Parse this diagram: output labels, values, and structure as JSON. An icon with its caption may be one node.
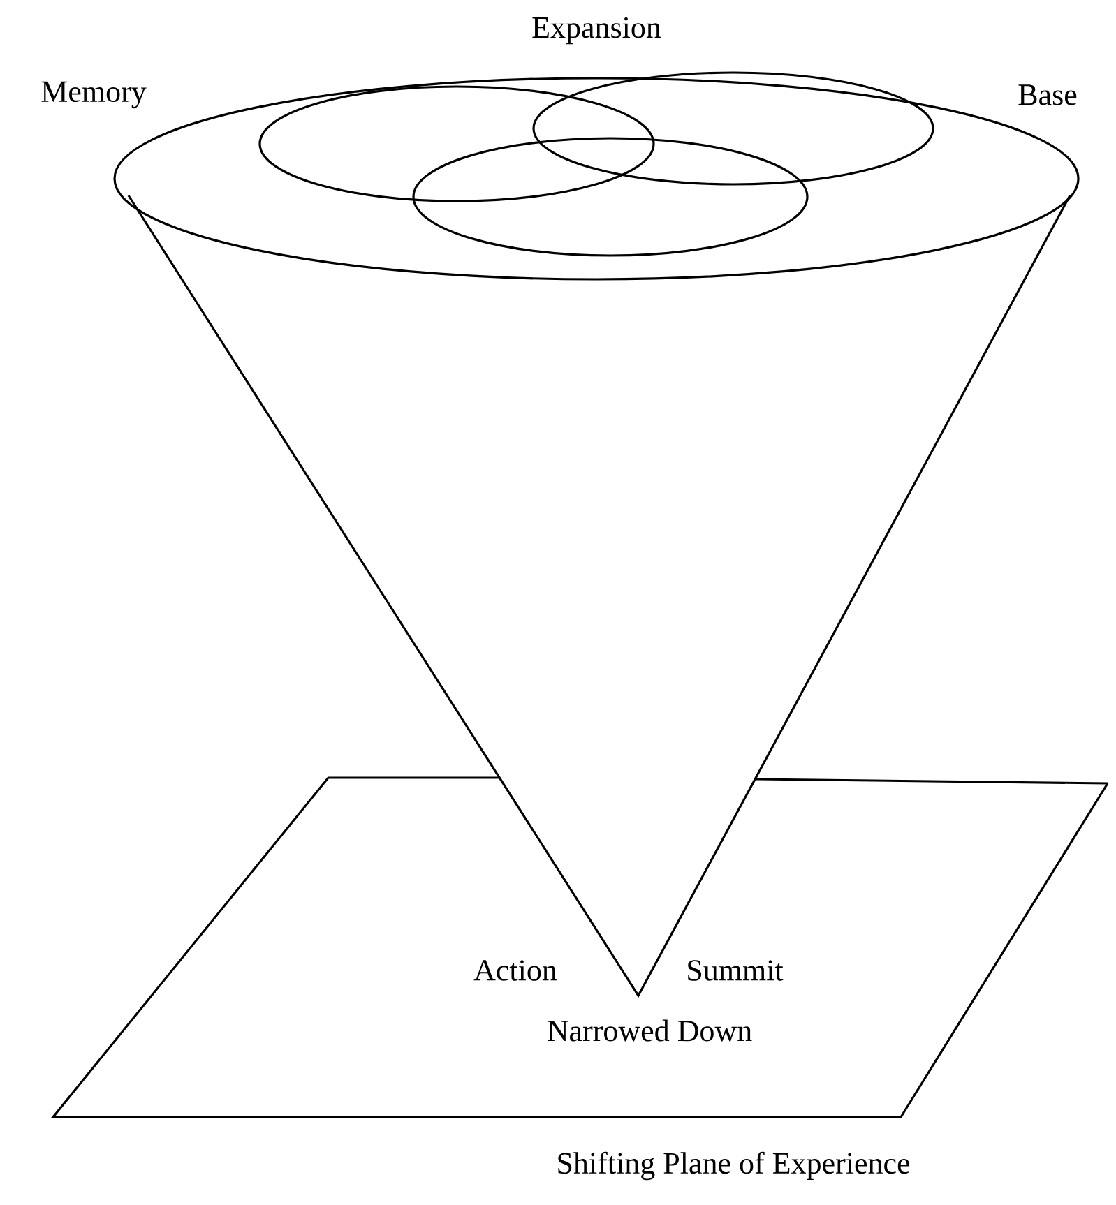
{
  "diagram": {
    "labels": [
      "Expansion",
      "Memory",
      "Base",
      "Action",
      "Summit",
      "Narrowed Down",
      "Shifting Plane of Experience"
    ]
  }
}
